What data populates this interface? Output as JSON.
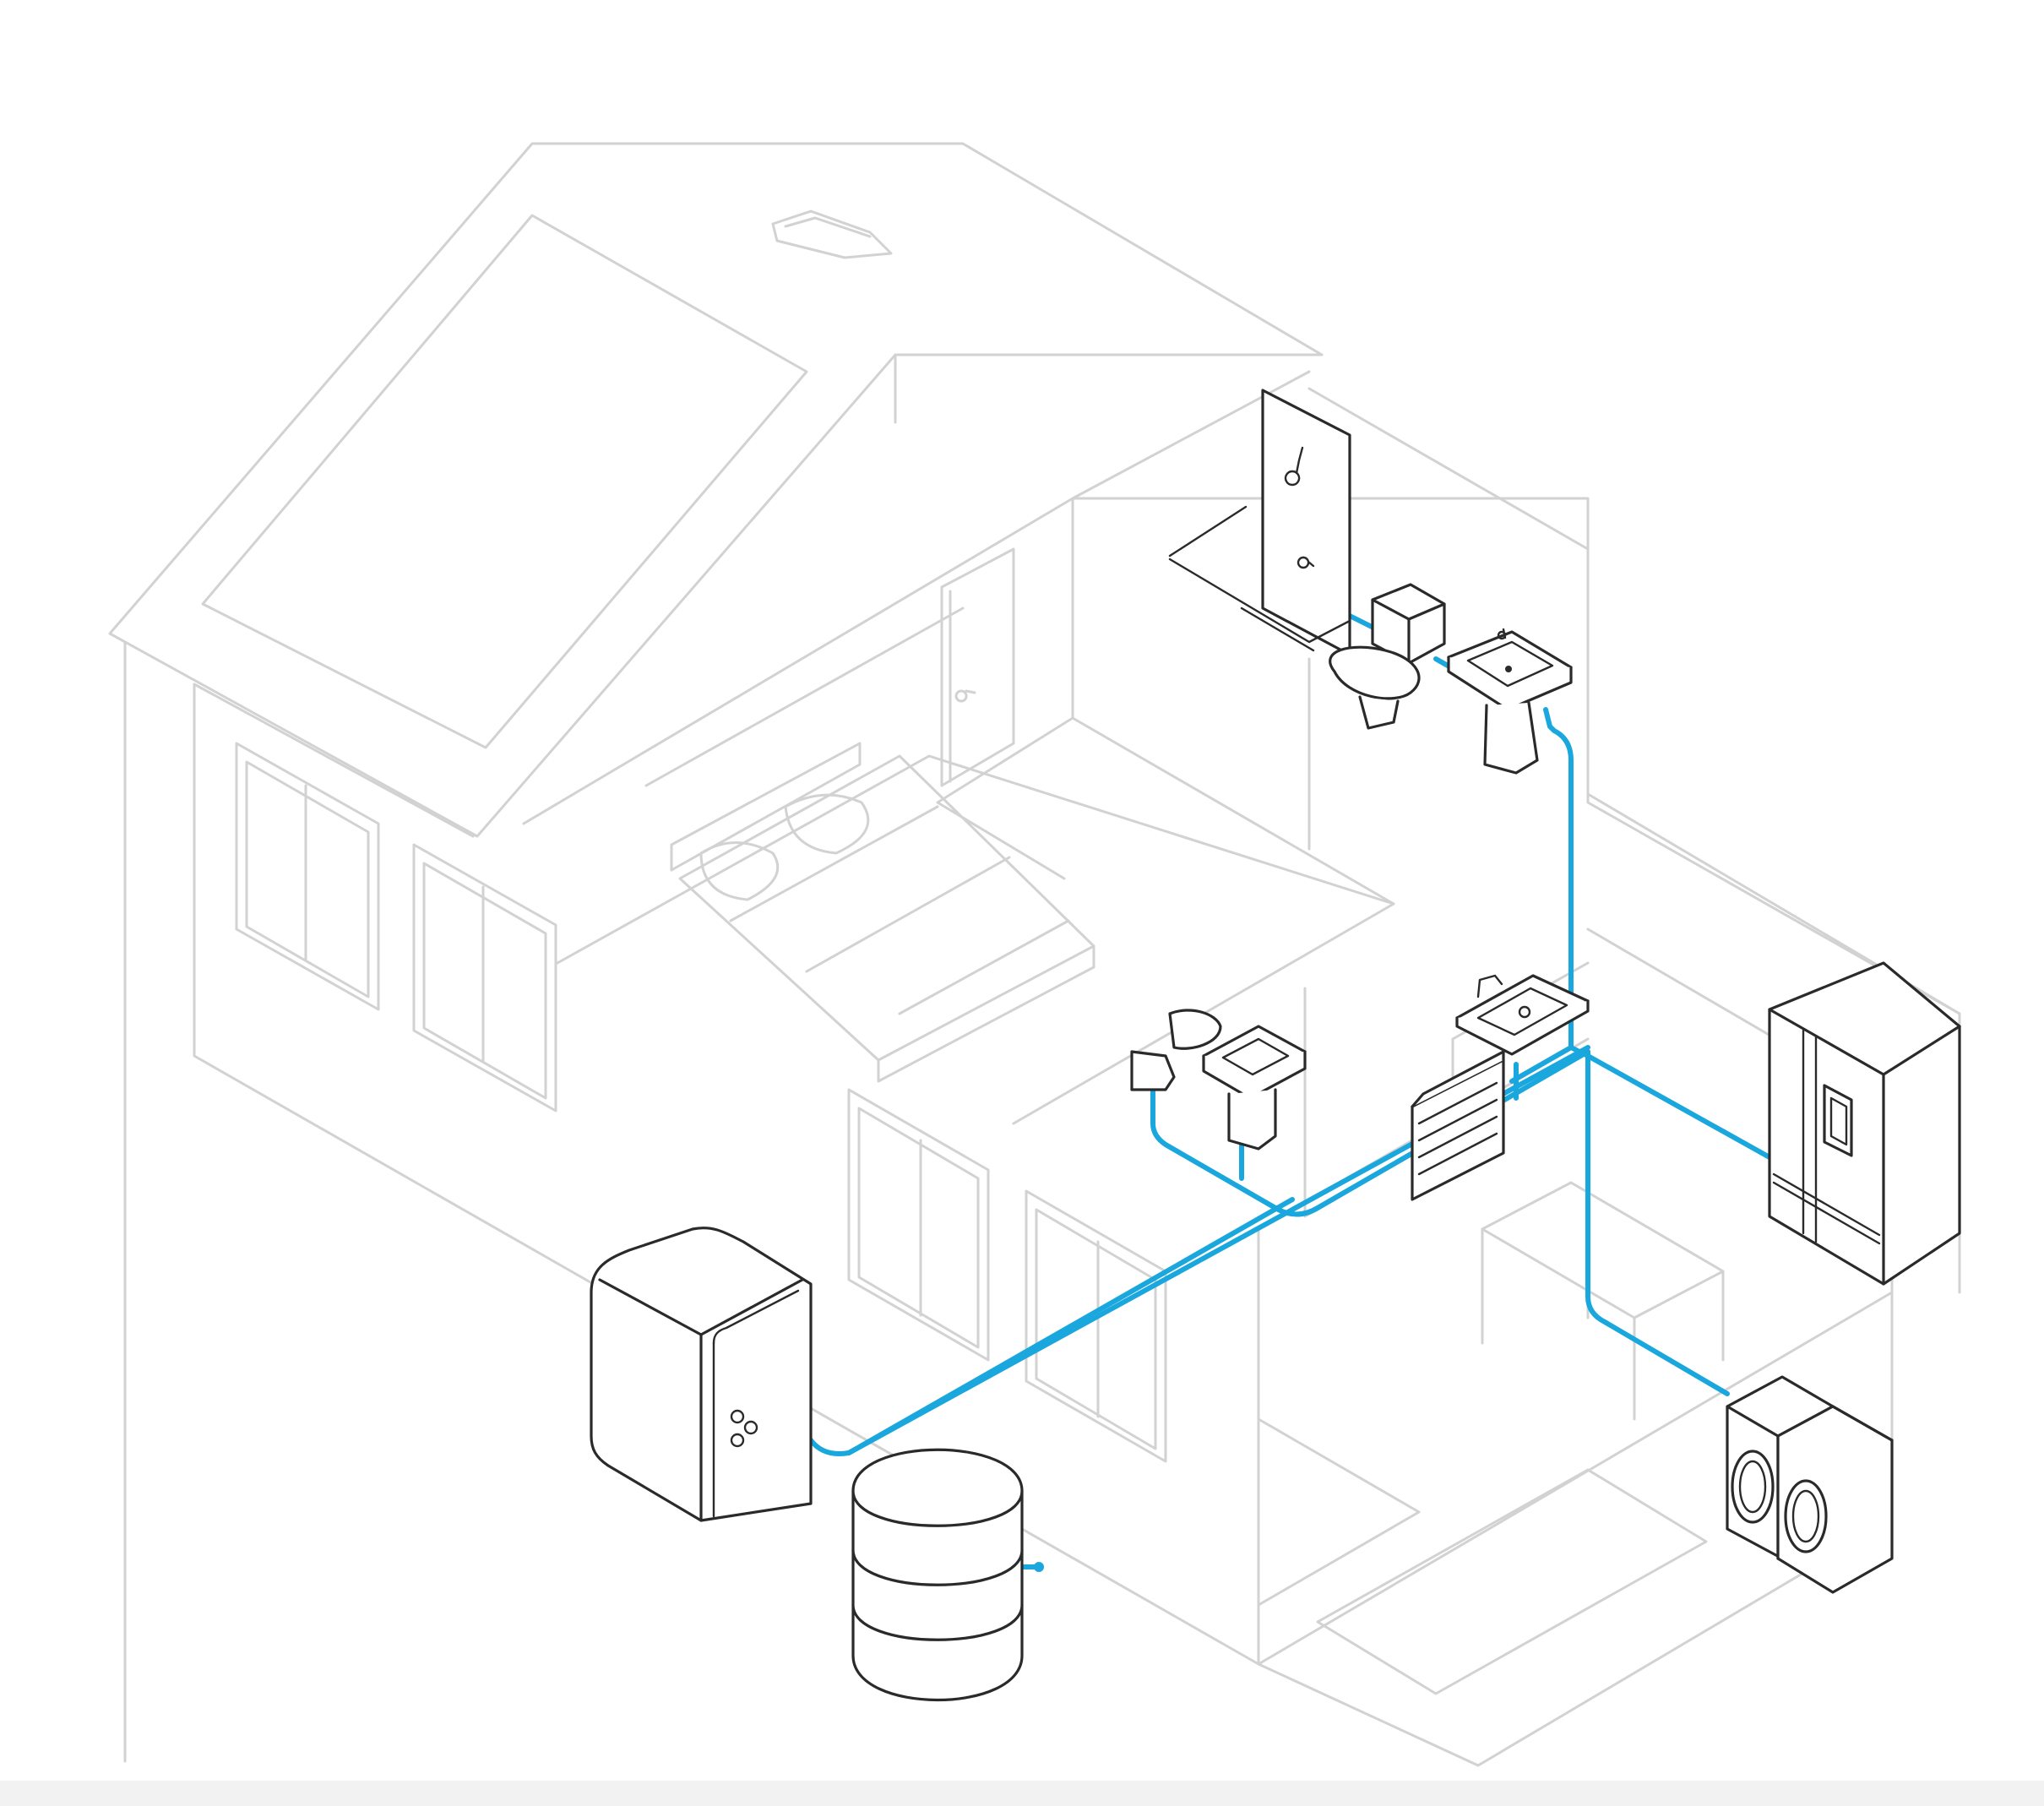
{
  "diagram": {
    "subject": "house-plumbing-cutaway",
    "colors": {
      "pipe": "#1aa7dd",
      "house_outline": "#d2d2d2",
      "fixture_outline": "#2a2a2a",
      "background": "#ffffff",
      "bottom_band": "#f2f2f2"
    },
    "fixtures": [
      "water-heater",
      "rain-barrel",
      "shower",
      "upstairs-toilet",
      "upstairs-sink",
      "downstairs-toilet",
      "downstairs-sink",
      "kitchen-sink",
      "dishwasher",
      "refrigerator",
      "washer",
      "dryer"
    ],
    "icons": [
      "roof-vent-icon",
      "door-knob-icon",
      "shower-head-icon",
      "faucet-icon"
    ]
  }
}
